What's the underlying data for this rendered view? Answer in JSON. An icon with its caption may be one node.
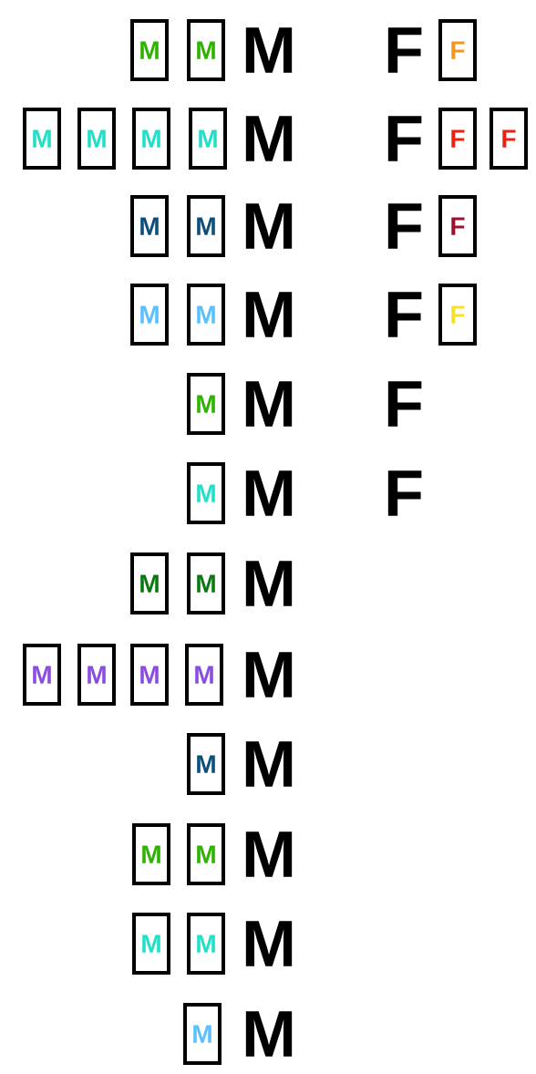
{
  "diagram": {
    "nodes": [
      {
        "text": [
          "M"
        ]
      },
      {
        "text": [
          "M"
        ]
      },
      {
        "text": [
          "F"
        ]
      },
      {
        "text": [
          "M"
        ]
      },
      {
        "text": [
          "M"
        ]
      },
      {
        "text": [
          "M"
        ]
      },
      {
        "text": [
          "M"
        ]
      },
      {
        "text": [
          "F"
        ]
      },
      {
        "text": [
          "F"
        ]
      },
      {
        "text": [
          "M"
        ]
      },
      {
        "text": [
          "M"
        ]
      },
      {
        "text": [
          "F"
        ]
      },
      {
        "text": [
          "M"
        ]
      },
      {
        "text": [
          "M"
        ]
      },
      {
        "text": [
          "F"
        ]
      },
      {
        "text": [
          "M"
        ]
      },
      {
        "text": [
          "M"
        ]
      },
      {
        "text": [
          "M"
        ]
      },
      {
        "text": [
          "M"
        ]
      },
      {
        "text": [
          "M"
        ]
      },
      {
        "text": [
          "M"
        ]
      },
      {
        "text": [
          "M"
        ]
      },
      {
        "text": [
          "M"
        ]
      },
      {
        "text": [
          "M"
        ]
      },
      {
        "text": [
          "M"
        ]
      },
      {
        "text": [
          "M"
        ]
      },
      {
        "text": [
          "M"
        ]
      },
      {
        "text": [
          "M"
        ]
      },
      {
        "text": [
          "M"
        ]
      }
    ],
    "labels": [
      "M",
      "F",
      "M",
      "F",
      "M",
      "F",
      "M",
      "F",
      "M",
      "F",
      "M",
      "F",
      "M",
      "M",
      "M",
      "M",
      "M",
      "M"
    ]
  }
}
